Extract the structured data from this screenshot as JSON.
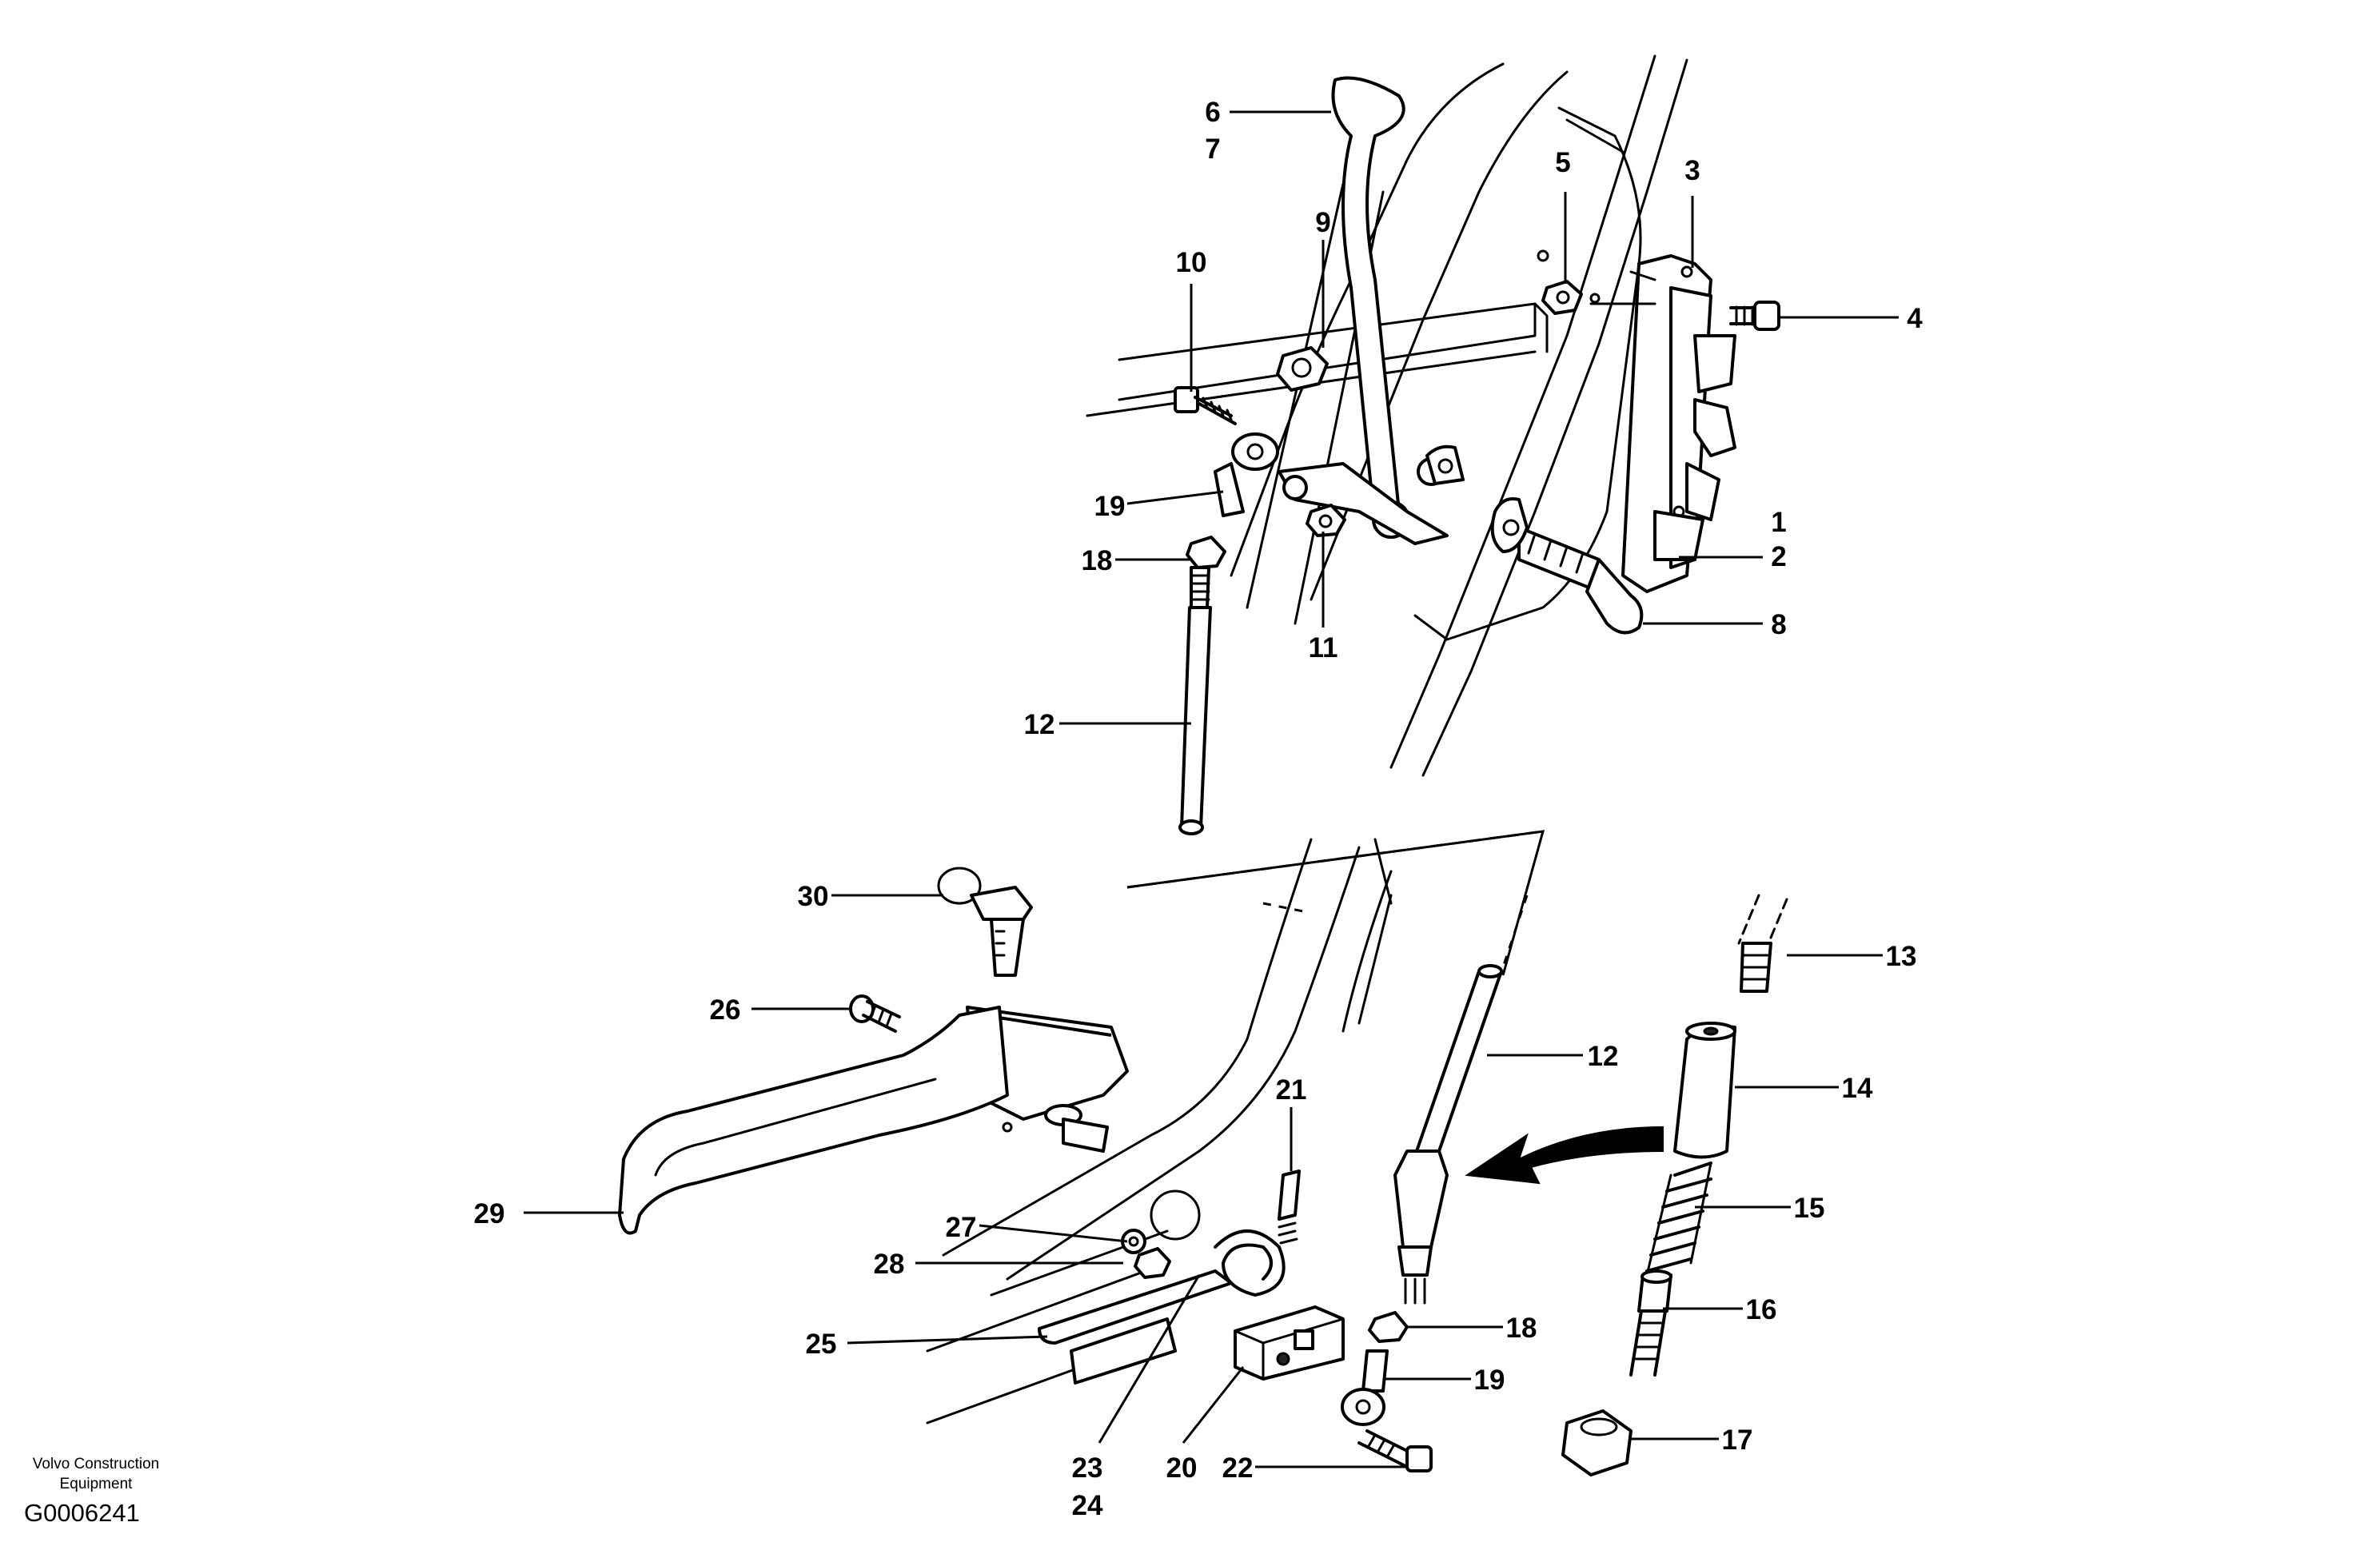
{
  "callouts": {
    "c1": "1",
    "c2": "2",
    "c3": "3",
    "c4": "4",
    "c5": "5",
    "c6": "6",
    "c7": "7",
    "c8": "8",
    "c9": "9",
    "c10": "10",
    "c11": "11",
    "c12a": "12",
    "c12b": "12",
    "c13": "13",
    "c14": "14",
    "c15": "15",
    "c16": "16",
    "c17": "17",
    "c18a": "18",
    "c18b": "18",
    "c19a": "19",
    "c19b": "19",
    "c20": "20",
    "c21": "21",
    "c22": "22",
    "c23": "23",
    "c24": "24",
    "c25": "25",
    "c26": "26",
    "c27": "27",
    "c28": "28",
    "c29": "29",
    "c30": "30"
  },
  "footer": {
    "credit_line1": "Volvo Construction",
    "credit_line2": "Equipment",
    "image_code": "G0006241"
  }
}
